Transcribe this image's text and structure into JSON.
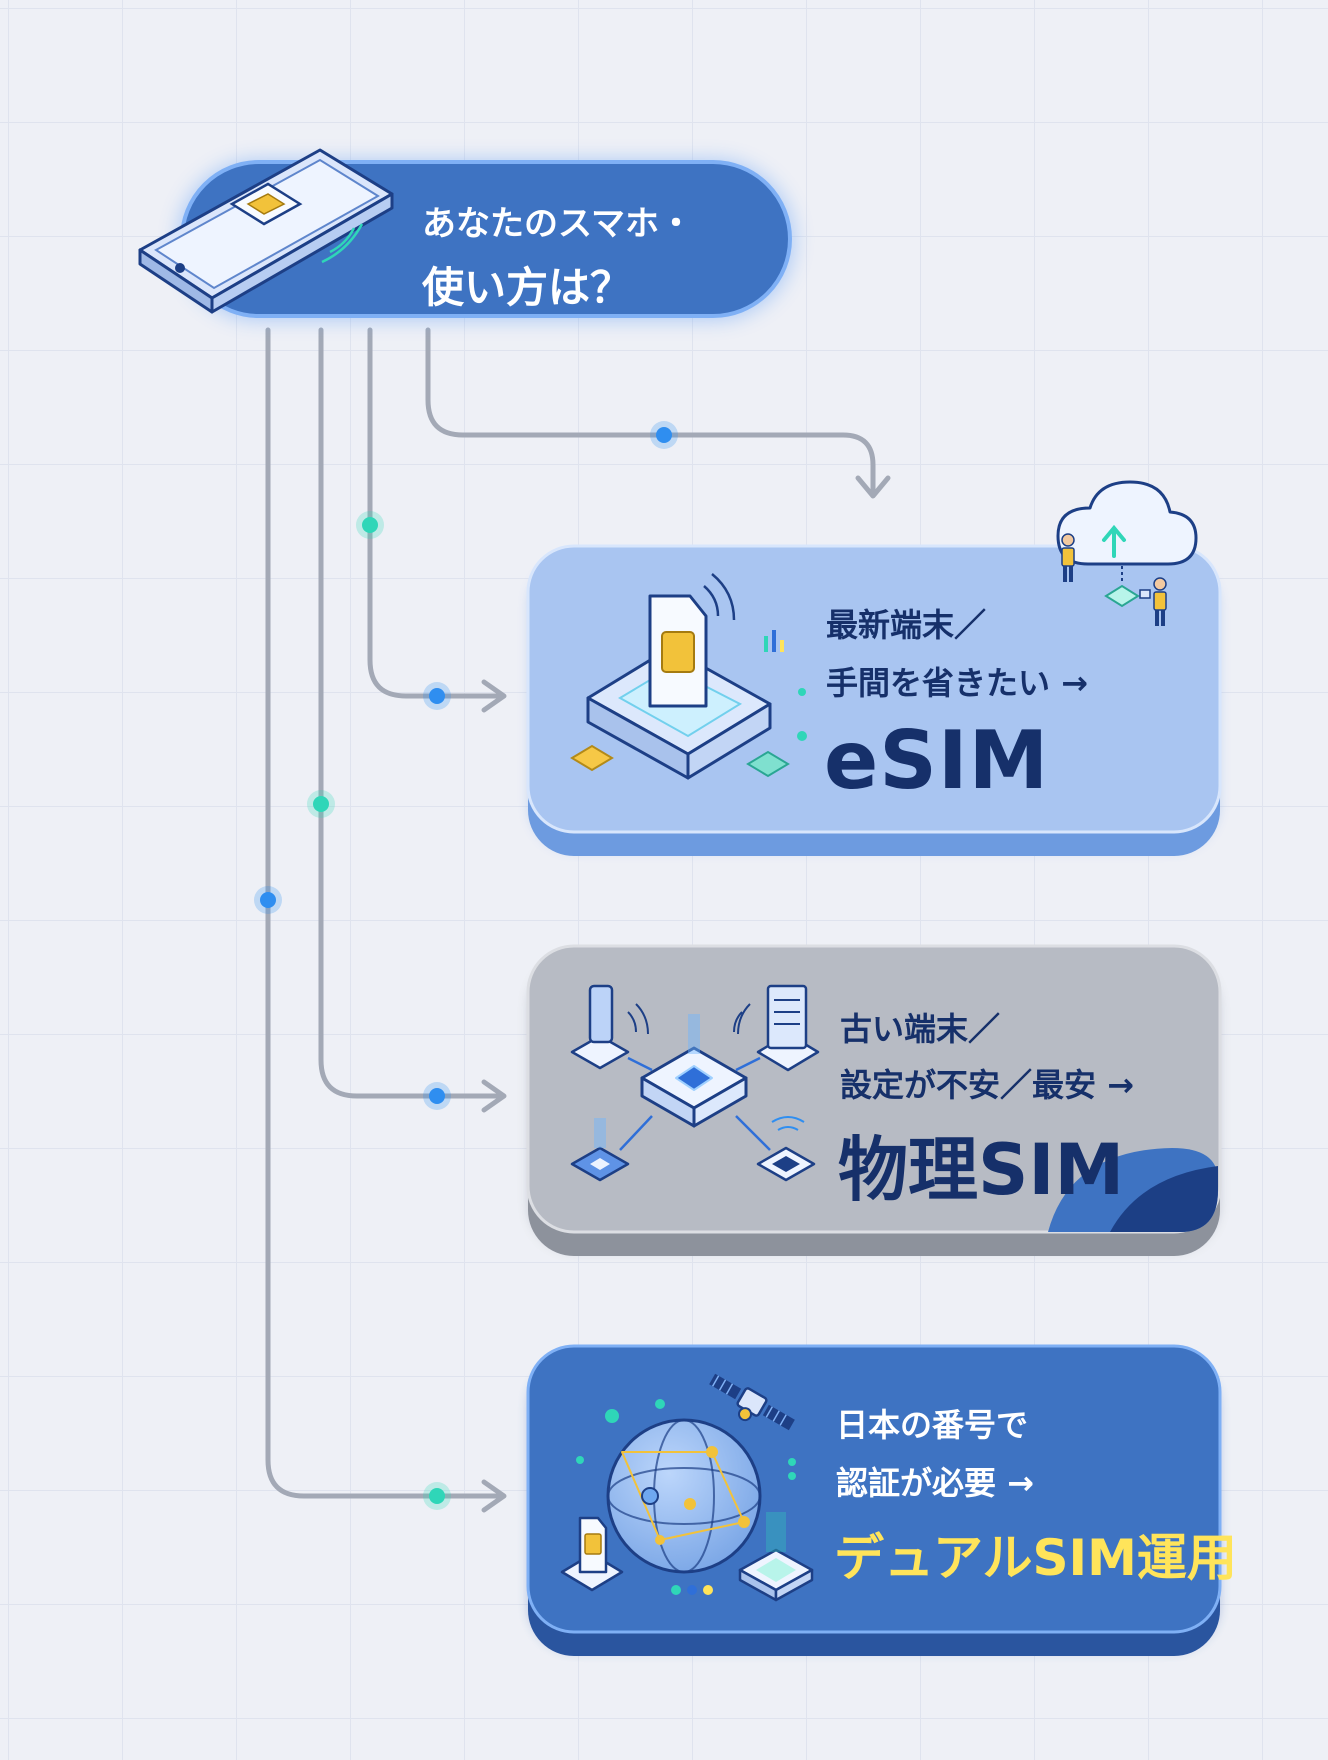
{
  "header": {
    "question_line1": "あなたのスマホ・",
    "question_line2": "使い方は？"
  },
  "options": [
    {
      "id": "esim",
      "line1": "最新端末／",
      "line2": "手間を省きたい →",
      "result": "eSIM",
      "color": "#a9c5f1"
    },
    {
      "id": "physical",
      "line1": "古い端末／",
      "line2": "設定が不安／最安 →",
      "result": "物理SIM",
      "color": "#b7bbc4"
    },
    {
      "id": "dual",
      "line1": "日本の番号で",
      "line2": "認証が必要 →",
      "result": "デュアルSIM運用",
      "color": "#3e73c2"
    }
  ],
  "colors": {
    "navy": "#16306a",
    "accent_blue": "#2f8ef0",
    "accent_teal": "#2fd6b8",
    "accent_yellow": "#ffe45a",
    "connector": "#a3a9b6"
  },
  "icons": [
    "smartphone-sim-icon",
    "esim-chip-icon",
    "cloud-upload-icon",
    "network-hub-icon",
    "globe-satellite-icon"
  ]
}
